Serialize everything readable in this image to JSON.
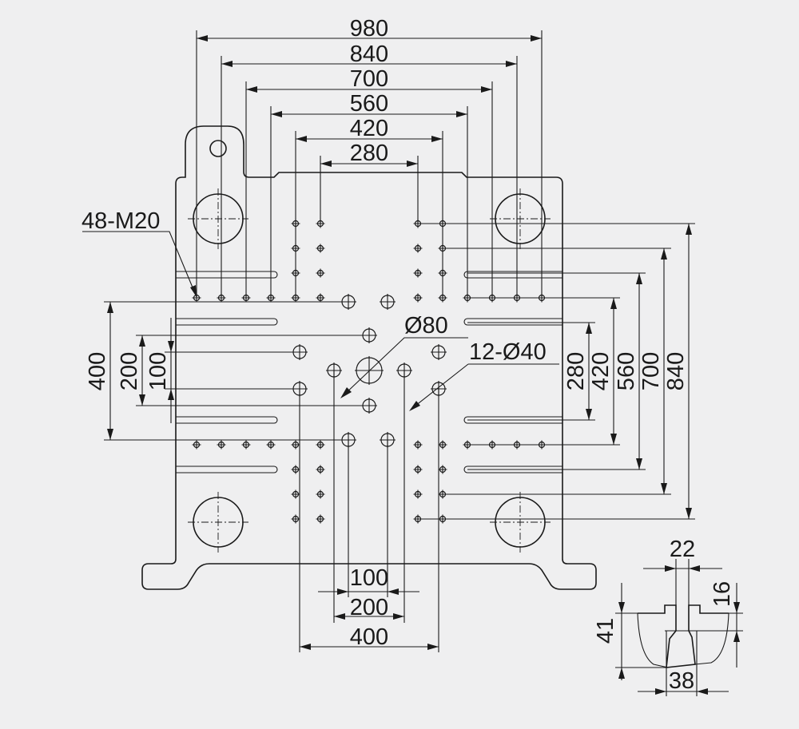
{
  "labels": {
    "top_dims": [
      "980",
      "840",
      "700",
      "560",
      "420",
      "280"
    ],
    "right_dims": [
      "280",
      "420",
      "560",
      "700",
      "840"
    ],
    "left_dims": [
      "400",
      "200",
      "100"
    ],
    "bottom_dims": [
      "100",
      "200",
      "400"
    ],
    "tapped_holes": "48-M20",
    "center_hole": "Ø80",
    "ejector_holes": "12-Ø40",
    "tslot_dims": [
      "22",
      "16",
      "41",
      "38"
    ]
  },
  "colors": {
    "background": "#efeff0",
    "line": "#1a1a1a"
  }
}
